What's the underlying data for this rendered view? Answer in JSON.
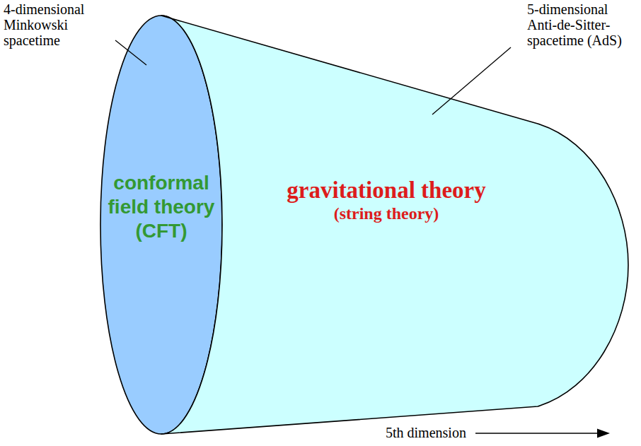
{
  "diagram": {
    "nodes": [
      {
        "text": [
          "conformal field theory (CFT)"
        ]
      },
      {
        "text": [
          "gravitational theory",
          "(string theory)"
        ]
      }
    ],
    "labels": [
      "4-dimensional Minkowski spacetime",
      "5-dimensional Anti-de-Sitter-spacetime (AdS)",
      "5th dimension"
    ]
  }
}
